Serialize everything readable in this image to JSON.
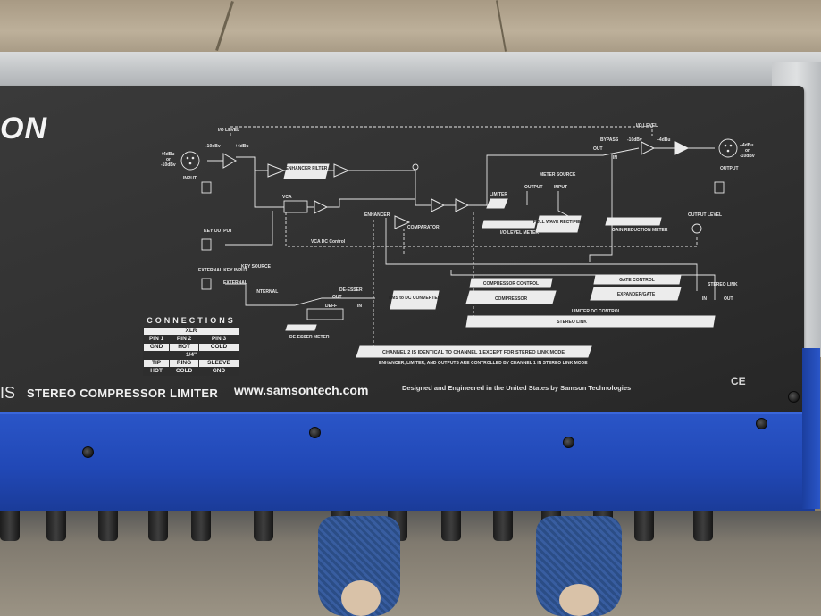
{
  "panel": {
    "logo_fragment": "ON",
    "model_suffix": "IS",
    "product": "STEREO COMPRESSOR LIMITER",
    "website": "www.samsontech.com",
    "designed": "Designed and Engineered in the United States by Samson Technologies",
    "ce": "CE"
  },
  "connections": {
    "title": "CONNECTIONS",
    "xlr": "XLR",
    "xlr_pins": [
      "PIN 1",
      "PIN 2",
      "PIN 3"
    ],
    "xlr_vals": [
      "GND",
      "HOT",
      "COLD"
    ],
    "trs": "1/4\"",
    "trs_pins": [
      "TIP",
      "RING",
      "SLEEVE"
    ],
    "trs_vals": [
      "HOT",
      "COLD",
      "GND"
    ]
  },
  "diagram": {
    "io_level_in": "I/O LEVEL",
    "minus10": "-10dBv",
    "plus4": "+4dBu",
    "input_level_note_1": "+4dBu",
    "input_level_note_2": "or",
    "input_level_note_3": "-10dBv",
    "input": "INPUT",
    "enhancer_filter": "ENHANCER FILTER",
    "vca": "VCA",
    "enhancer": "ENHANCER",
    "comparator": "COMPARATOR",
    "limiter": "LIMITER",
    "output_small": "OUTPUT",
    "input_small": "INPUT",
    "meter_source": "METER SOURCE",
    "io_level_meter": "I/O LEVEL METER",
    "full_wave_rectifier": "FULL WAVE RECTIFIER",
    "gain_reduction_meter": "GAIN REDUCTION METER",
    "bypass": "BYPASS",
    "out": "OUT",
    "in": "IN",
    "io_level_out": "I/O LEVEL",
    "output_level_note_1": "+4dBu",
    "output_level_note_2": "or",
    "output_level_note_3": "-10dBv",
    "output": "OUTPUT",
    "output_level": "OUTPUT LEVEL",
    "key_output": "KEY OUTPUT",
    "vca_dc_control": "VCA DC Control",
    "external_key_input": "EXTERNAL KEY INPUT",
    "key_source": "KEY SOURCE",
    "external": "EXTERNAL",
    "internal": "INTERNAL",
    "de_esser": "DE-ESSER",
    "deff": "DEFF",
    "de_esser_meter": "DE-ESSER METER",
    "rms_dc": "RMS to DC CONVERTER",
    "compressor_control": "COMPRESSOR CONTROL",
    "compressor": "COMPRESSOR",
    "limiter_dc_control": "LIMITER DC CONTROL",
    "gate_control": "GATE CONTROL",
    "expander_gate": "EXPANDER/GATE",
    "stereo_link": "STEREO LINK",
    "stereo_link_sw": "STEREO LINK",
    "channel2_note": "CHANNEL 2 IS IDENTICAL TO CHANNEL 1 EXCEPT FOR STEREO LINK MODE",
    "enhancer_note": "ENHANCER, LIMITER, AND OUTPUTS ARE CONTROLLED BY CHANNEL 1 IN STEREO LINK MODE"
  }
}
